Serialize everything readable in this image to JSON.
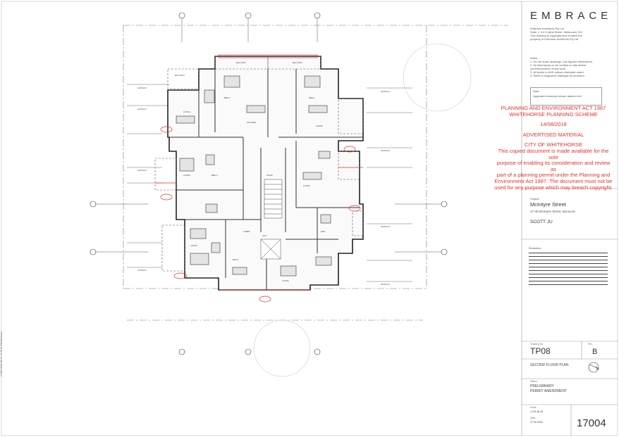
{
  "title_block": {
    "brand": "EMBRACE",
    "company_lines": [
      "Embrace Architects Pty Ltd",
      "Suite 1, 3-5 Collins Street, Melbourne VIC",
      "This drawing is copyright and remains the",
      "property of Embrace Architects Pty Ltd"
    ],
    "notes_heading": "Notes",
    "notes_lines": [
      "1. Do not scale drawings. Use figured dimensions.",
      "2. All dimensions to be verified on site before",
      "commencement of any work.",
      "3. All levels in AHD unless otherwise noted.",
      "4. Refer to engineers drawings for structure."
    ],
    "note_box_heading": "Note",
    "note_box_text": "Upgraded envelope shown dashed red",
    "planning_stamp": {
      "line1": "PLANNING AND ENVIRONMENT ACT 1987",
      "line2": "WHITEHORSE PLANNING SCHEME",
      "date": "14/08/2018",
      "advertised": "ADVERTISED MATERIAL",
      "city": "CITY OF WHITEHORSE",
      "body_lines": [
        "This copied document is made available for the sole",
        "purpose of enabling its consideration and review as",
        "part of a planning permit under the Planning and",
        "Environment Act 1987. The document must not be",
        "used for any purpose which may breach copyright."
      ]
    },
    "project_label": "Project",
    "project_name": "McIntyre Street",
    "project_address": "47-49 McIntyre Street, Burwood",
    "client": "SCOTT JU",
    "revisions_label": "Revisions",
    "drawing_no_label": "Drawing No",
    "drawing_no": "TP08",
    "revision_label": "Rev",
    "revision": "B",
    "drawing_title": "SECOND FLOOR PLAN",
    "status_label": "Status",
    "status_line1": "PRELIMINARY",
    "status_line2": "PERMIT AMENDMENT",
    "scale_label": "Scale",
    "scale": "1:100 @ A3",
    "date_label": "Date",
    "date": "27.06.2018",
    "project_no": "17004",
    "side_stamp": "17004   2018.06.27 14:45:31 PM   Embrace"
  },
  "plan": {
    "room_labels": [
      "BALCONY",
      "BED 1",
      "BED 2",
      "LIVING",
      "KITCHEN",
      "BATH",
      "ENS",
      "LOBBY",
      "STAIR",
      "LIFT"
    ],
    "setback_label": "SETBACK"
  }
}
